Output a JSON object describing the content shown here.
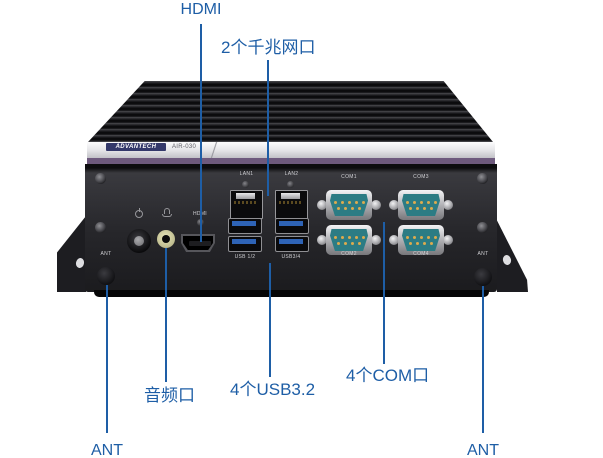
{
  "colors": {
    "callout_blue": "#1e5ea6",
    "purple_stripe": "#6e5a7d",
    "com_connector_teal": "#2c7c84",
    "usb_tongue_blue": "#2e63b6",
    "chassis_black": "#1b1b1e",
    "bezel_white": "#e3e3e6"
  },
  "device": {
    "brand": "ADVANTECH",
    "model": "AIR-030"
  },
  "callouts": {
    "hdmi": "HDMI",
    "lan": "2个千兆网口",
    "audio": "音频口",
    "usb": "4个USB3.2",
    "com": "4个COM口",
    "ant_left": "ANT",
    "ant_right": "ANT"
  },
  "panel": {
    "lan1": "LAN1",
    "lan2": "LAN2",
    "usb12": "USB 1/2",
    "usb34": "USB3/4",
    "com1": "COM1",
    "com2": "COM2",
    "com3": "COM3",
    "com4": "COM4",
    "hdmi": "HDMI",
    "ant_left": "ANT",
    "ant_right": "ANT"
  }
}
